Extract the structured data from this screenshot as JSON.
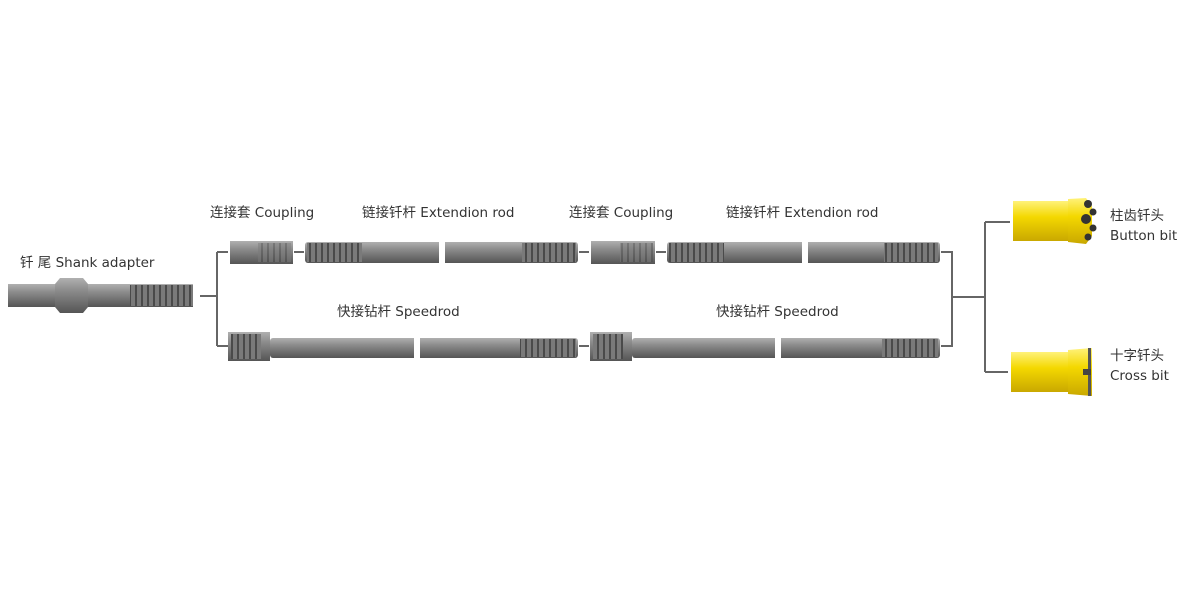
{
  "labels": {
    "shank": "钎  尾 Shank adapter",
    "coupling_1": "连接套 Coupling",
    "extension_rod_1": "链接钎杆 Extendion rod",
    "coupling_2": "连接套 Coupling",
    "extension_rod_2": "链接钎杆 Extendion rod",
    "speedrod_1": "快接钻杆 Speedrod",
    "speedrod_2": "快接钻杆 Speedrod",
    "button_bit_cn": "柱齿钎头",
    "button_bit_en": "Button bit",
    "cross_bit_cn": "十字钎头",
    "cross_bit_en": "Cross bit"
  },
  "colors": {
    "steel": "#8a8a8a",
    "steel_dark": "#5e5e5e",
    "bit_yellow": "#f2d400",
    "line": "#666666"
  }
}
